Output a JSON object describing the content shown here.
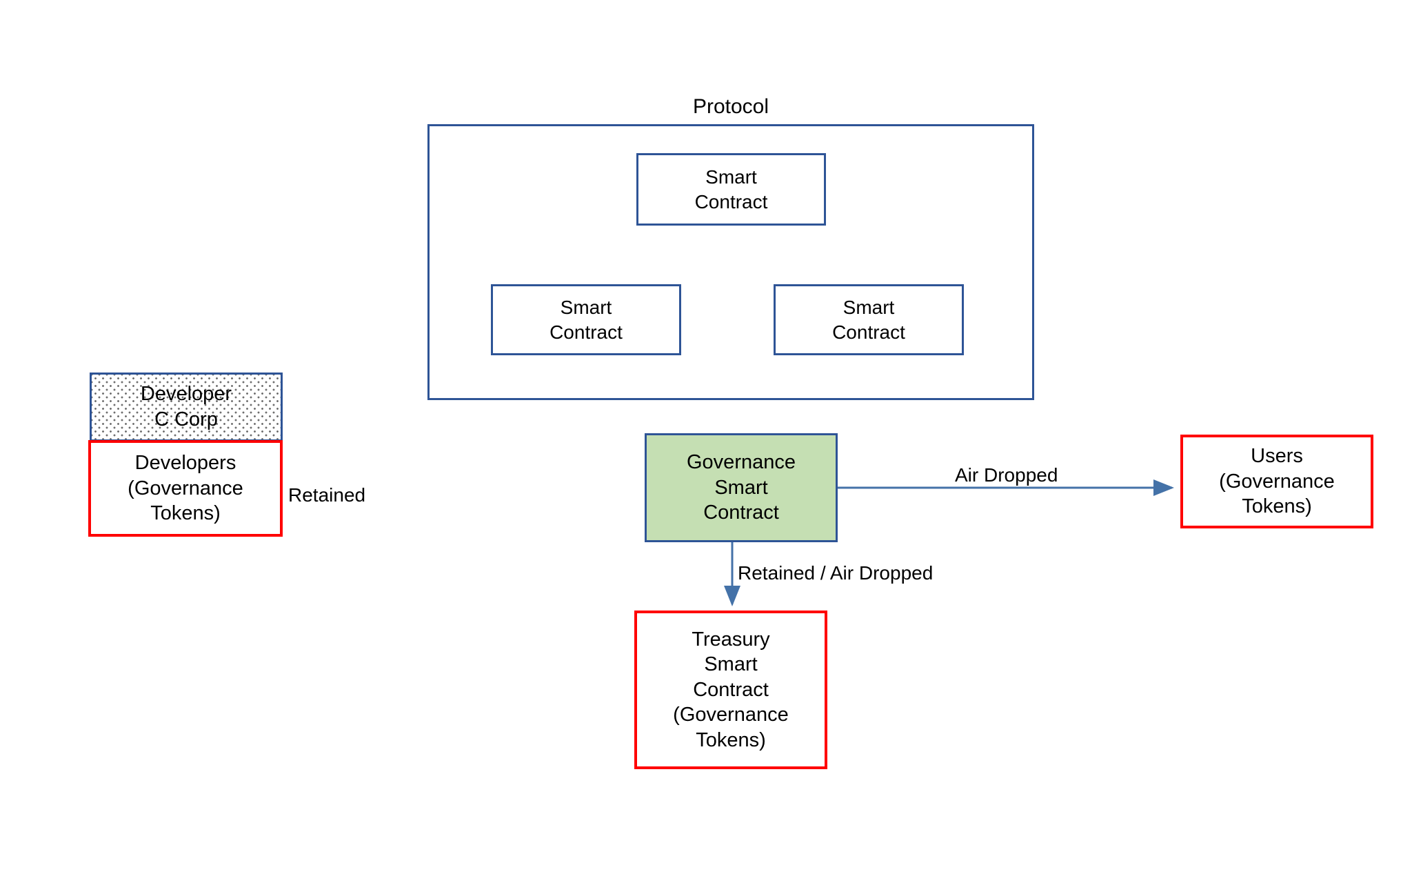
{
  "diagram": {
    "title_area": {
      "protocol_label": "Protocol"
    },
    "protocol": {
      "label": "Protocol",
      "contracts": [
        {
          "name": "smart-contract-top",
          "label": "Smart\nContract"
        },
        {
          "name": "smart-contract-left",
          "label": "Smart\nContract"
        },
        {
          "name": "smart-contract-right",
          "label": "Smart\nContract"
        }
      ]
    },
    "nodes": {
      "developer_c_corp": {
        "label": "Developer\nC Corp"
      },
      "developers_tokens": {
        "label": "Developers\n(Governance\nTokens)"
      },
      "governance_smart_contract": {
        "label": "Governance\nSmart\nContract"
      },
      "users_tokens": {
        "label": "Users\n(Governance\nTokens)"
      },
      "treasury_smart_contract": {
        "label": "Treasury\nSmart\nContract\n(Governance\nTokens)"
      }
    },
    "edges": {
      "retained": "Retained",
      "air_dropped": "Air Dropped",
      "retained_air_dropped": "Retained / Air Dropped"
    },
    "colors": {
      "blue_border": "#2e5496",
      "red_border": "#ff0000",
      "green_fill": "#c5dfb3",
      "arrow": "#4472a8",
      "background": "#ffffff"
    }
  }
}
